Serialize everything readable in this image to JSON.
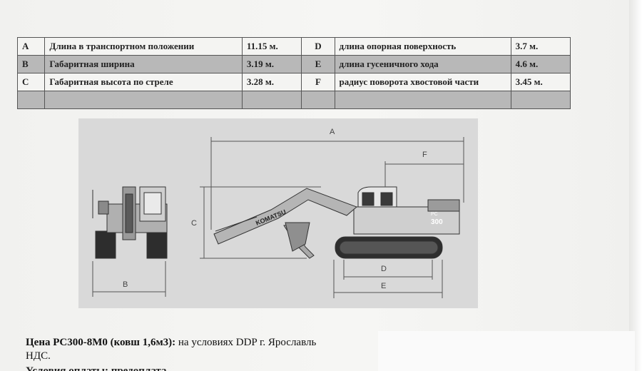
{
  "specs": {
    "rows": [
      {
        "l1": "A",
        "n1": "Длина в транспортном положении",
        "v1": "11.15 м.",
        "l2": "D",
        "n2": "длина опорная поверхность",
        "v2": "3.7 м."
      },
      {
        "l1": "B",
        "n1": "Габаритная ширина",
        "v1": "3.19 м.",
        "l2": "E",
        "n2": "длина гусеничного хода",
        "v2": "4.6 м."
      },
      {
        "l1": "C",
        "n1": "Габаритная высота по стреле",
        "v1": "3.28 м.",
        "l2": "F",
        "n2": "радиус поворота хвостовой части",
        "v2": "3.45 м."
      }
    ]
  },
  "drawing": {
    "dims": {
      "a": "A",
      "b": "B",
      "c": "C",
      "d": "D",
      "e": "E",
      "f": "F"
    },
    "boom_text": "KOMATSU",
    "cab_model_top": "PC",
    "cab_model": "300"
  },
  "price": {
    "label": "Цена PC300-8M0 (ковш 1,6м3):",
    "text": " на условиях DDP г. Ярославль",
    "nds": "НДС.",
    "cut_text": "Условия оплаты: предоплата"
  }
}
